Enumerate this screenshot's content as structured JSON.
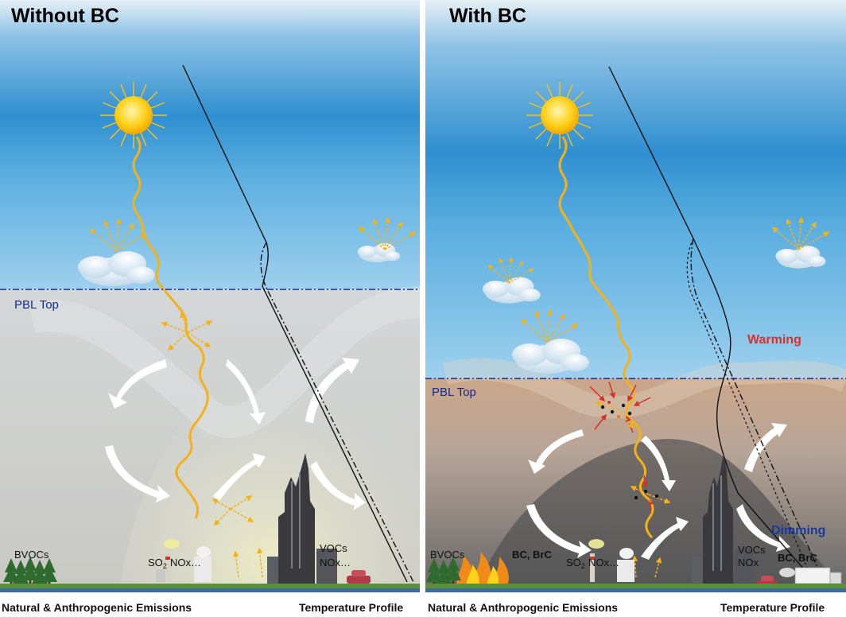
{
  "panels": {
    "left": {
      "title": "Without BC",
      "pbl_label": "PBL Top",
      "labels": {
        "bvocs": "BVOCs",
        "so2": "SO",
        "so2_sub": "2",
        "nox": "NOx…",
        "vocs": "VOCs",
        "nox2": "NOx…"
      },
      "footer_left": "Natural & Anthropogenic Emissions",
      "footer_right": "Temperature Profile"
    },
    "right": {
      "title": "With BC",
      "pbl_label": "PBL Top",
      "warming": "Warming",
      "dimming": "Dimming",
      "labels": {
        "bvocs": "BVOCs",
        "bc_brc": "BC, BrC",
        "so2": "SO",
        "so2_sub": "2",
        "nox": "NOx…",
        "vocs": "VOCs",
        "nox2": "NOx",
        "bc_brc2": "BC, BrC"
      },
      "footer_left": "Natural & Anthropogenic Emissions",
      "footer_right": "Temperature Profile"
    }
  },
  "colors": {
    "sky_top": "#cfe3f2",
    "sky_mid": "#2f8fd0",
    "haze_left": "#d9dad8",
    "haze_right": "#c9a88a",
    "pbl_line": "#1a2a8a",
    "sunlight": "#f2b21c",
    "warming": "#d6322a",
    "dimming": "#1a3a9a"
  }
}
